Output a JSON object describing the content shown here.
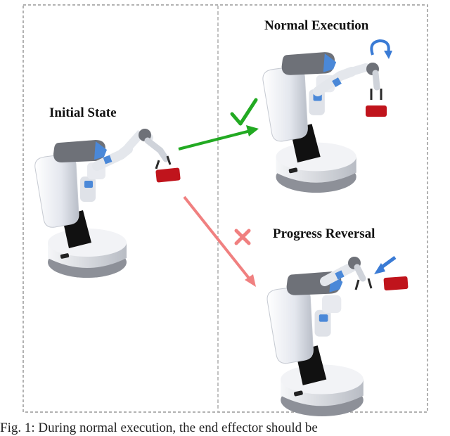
{
  "panels": {
    "initial": {
      "label": "Initial State"
    },
    "normal": {
      "label": "Normal Execution"
    },
    "reversal": {
      "label": "Progress Reversal"
    }
  },
  "caption": "Fig. 1: During normal execution, the end effector should be",
  "colors": {
    "success": "#22aa22",
    "failure": "#f08080",
    "motion_arrow": "#3a7bd5",
    "object": "#c0141c",
    "robot_body": "#eef0f4",
    "robot_dark": "#6e7178",
    "robot_accent": "#4a88d8"
  },
  "icons": {
    "success": "checkmark-icon",
    "failure": "cross-icon"
  }
}
